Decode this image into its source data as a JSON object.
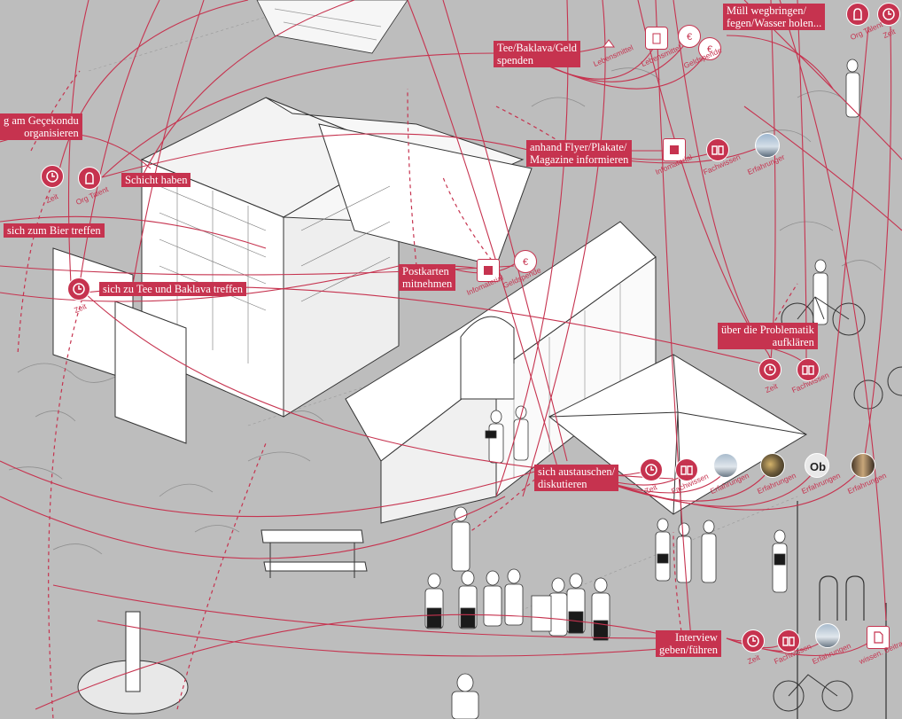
{
  "labels": {
    "muell": [
      "Müll wegbringen/",
      "fegen/Wasser holen..."
    ],
    "tee_spenden": [
      "Tee/Baklava/Geld",
      "spenden"
    ],
    "gecekondu": [
      "g am Geçekondu",
      "organisieren"
    ],
    "flyer": [
      "anhand Flyer/Plakate/",
      "Magazine informieren"
    ],
    "schicht": "Schicht haben",
    "bier": "sich zum Bier treffen",
    "tee_treffen": "sich zu Tee und Baklava treffen",
    "postkarten": [
      "Postkarten",
      "mitnehmen"
    ],
    "problematik": [
      "über die Problematik",
      "aufklären"
    ],
    "austauschen": [
      "sich austauschen/",
      "diskutieren"
    ],
    "interview": [
      "Interview",
      "geben/führen"
    ]
  },
  "captions": {
    "zeit": "Zeit",
    "org_talent": "Org Talent",
    "lebensmittel": "Lebensmittel",
    "geldspende": "Geldspende",
    "infomaterial": "Infomaterial",
    "fachwissen": "Fachwissen",
    "erfahrungen": "Erfahrungen",
    "erfahrungen_short": "Erfahrunger",
    "wissen_beitrag": "wissen. Beitrag"
  },
  "colors": {
    "accent": "#c6334f",
    "background": "#bdbdbd",
    "line": "#c6334f"
  }
}
